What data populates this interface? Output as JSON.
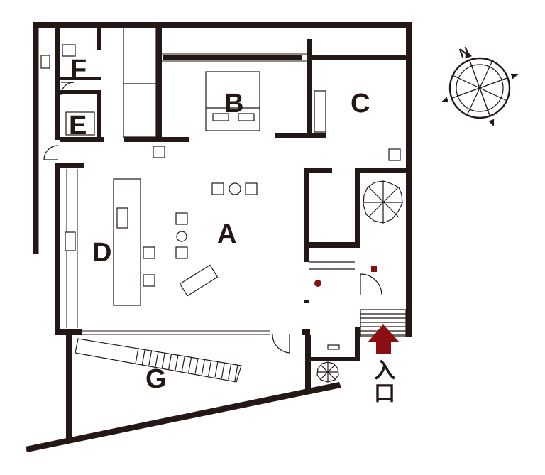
{
  "rooms": {
    "a": "A",
    "b": "B",
    "c": "C",
    "d": "D",
    "e": "E",
    "f": "F",
    "g": "G"
  },
  "compass": {
    "north": "N",
    "icon": "compass-rose-icon"
  },
  "entrance": {
    "line1": "入",
    "line2": "口",
    "arrow_color": "#8b0f12",
    "icon": "entrance-arrow-icon"
  },
  "colors": {
    "ink": "#231815",
    "accent": "#8b0f12"
  }
}
